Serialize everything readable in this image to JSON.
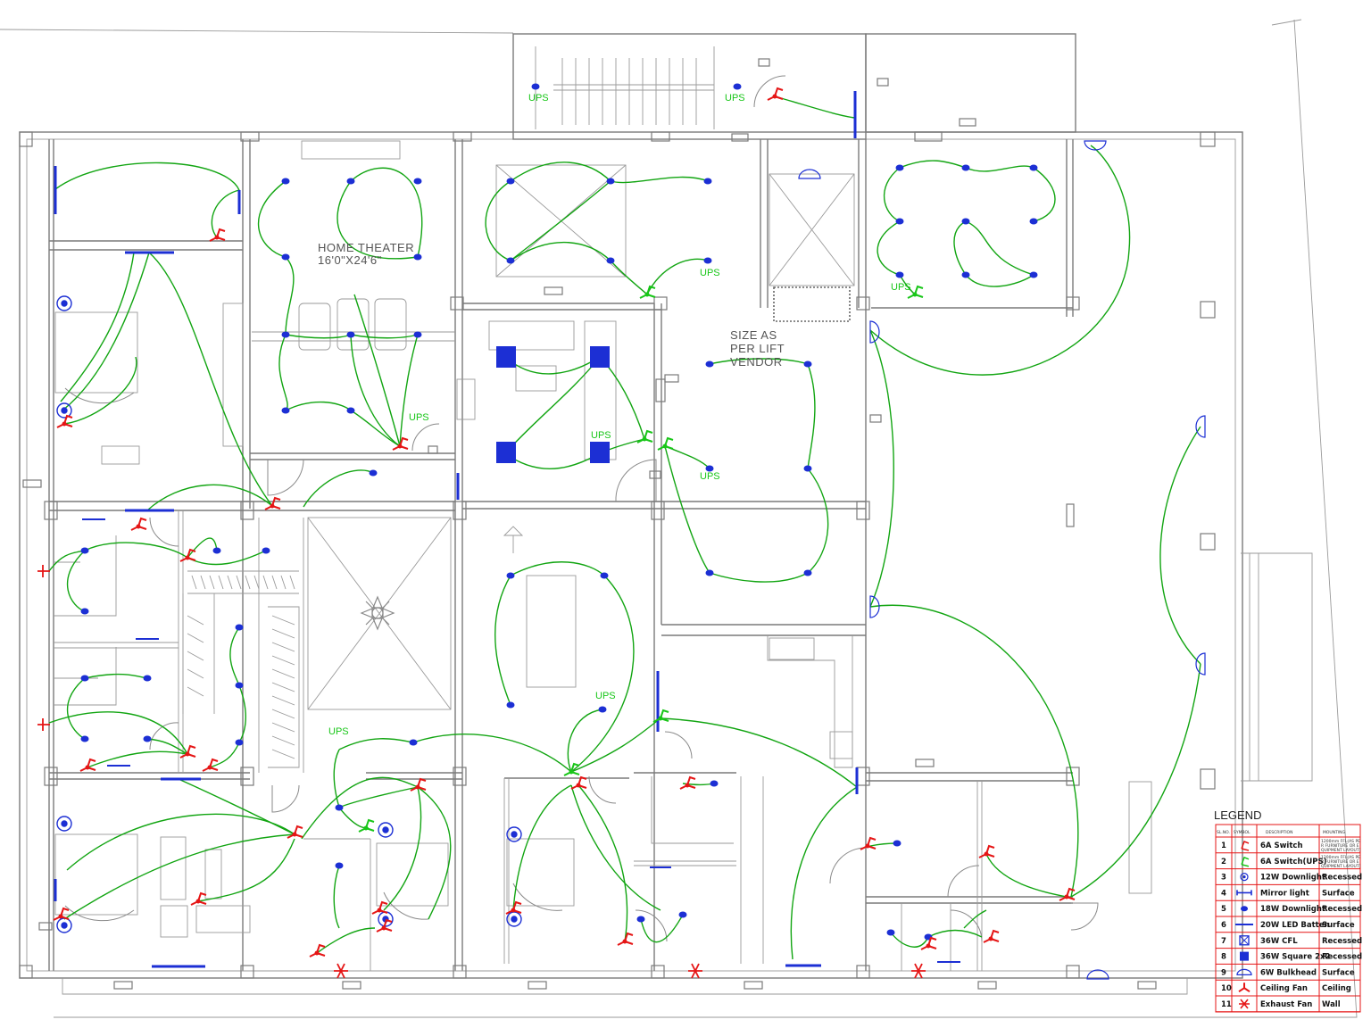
{
  "colors": {
    "wall": "#7a7a7a",
    "wiring": "#12a512",
    "downlight": "#1c2fd4",
    "switch": "#e51515",
    "ups_switch": "#18c618",
    "legend_grid": "#e51515"
  },
  "plan": {
    "room_labels": {
      "home_theater_title": "HOME THEATER",
      "home_theater_size": "16'0\"X24'6\"",
      "lift_note_1": "SIZE AS",
      "lift_note_2": "PER LIFT",
      "lift_note_3": "VENDOR"
    },
    "ups_tag": "UPS"
  },
  "legend": {
    "title": "LEGEND",
    "headers": {
      "sl_no": "SL.NO.",
      "symbol": "SYMBOL",
      "description": "DESCRIPTION",
      "mounting": "MOUNTING"
    },
    "rows": [
      {
        "no": "1",
        "symbol": "switch-icon",
        "description": "6A Switch",
        "mounting": "1200mm FFL(AS PER FURNITURE OR EQUIPMENT LAYOUT)"
      },
      {
        "no": "2",
        "symbol": "ups-switch-icon",
        "description": "6A Switch(UPS)",
        "mounting": "1200mm FFL(AS PER FURNITURE OR EQUIPMENT LAYOUT)"
      },
      {
        "no": "3",
        "symbol": "downlight-12w-icon",
        "description": "12W Downlight",
        "mounting": "Recessed"
      },
      {
        "no": "4",
        "symbol": "mirror-light-icon",
        "description": "Mirror light",
        "mounting": "Surface"
      },
      {
        "no": "5",
        "symbol": "downlight-18w-icon",
        "description": "18W Downlight",
        "mounting": "Recessed"
      },
      {
        "no": "6",
        "symbol": "led-batten-icon",
        "description": "20W LED Batten",
        "mounting": "Surface"
      },
      {
        "no": "7",
        "symbol": "cfl-36w-icon",
        "description": "36W CFL",
        "mounting": "Recessed"
      },
      {
        "no": "8",
        "symbol": "square-panel-icon",
        "description": "36W Square 2x2",
        "mounting": "Recessed"
      },
      {
        "no": "9",
        "symbol": "bulkhead-icon",
        "description": "6W Bulkhead",
        "mounting": "Surface"
      },
      {
        "no": "10",
        "symbol": "ceiling-fan-icon",
        "description": "Ceiling Fan",
        "mounting": "Ceiling"
      },
      {
        "no": "11",
        "symbol": "exhaust-fan-icon",
        "description": "Exhaust Fan",
        "mounting": "Wall"
      }
    ]
  }
}
